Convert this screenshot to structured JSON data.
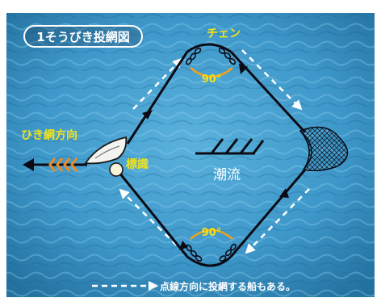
{
  "title": "1そうびき投網図",
  "labels": {
    "chain": "チェン",
    "pull_direction": "ひき網方向",
    "buoy": "標識",
    "current": "潮流",
    "angle_top": "90°",
    "angle_bottom": "90°"
  },
  "legend": {
    "text": "点線方向に投網する船もある。"
  },
  "colors": {
    "water": "#3d97c9",
    "water_dark": "#1f6fa6",
    "line": "#0b0b14",
    "angle_arc": "#f0a21a",
    "label_yellow": "#f2e21c",
    "boat_arrow_orange": "#f28a1c",
    "dashed_arrow": "#ffffff"
  },
  "icons": {
    "boat": "boat-icon",
    "buoy": "buoy-icon",
    "net": "net-icon",
    "current": "current-symbol-icon"
  }
}
